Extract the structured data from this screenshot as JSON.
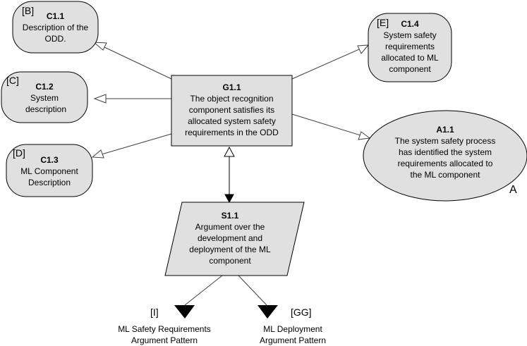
{
  "goal": {
    "id": "G1.1",
    "text": "The object recognition component satisfies its allocated system safety requirements in the ODD"
  },
  "contexts": [
    {
      "tag": "[B]",
      "id": "C1.1",
      "text": "Description of the ODD."
    },
    {
      "tag": "[C]",
      "id": "C1.2",
      "text": "System description"
    },
    {
      "tag": "[D]",
      "id": "C1.3",
      "text": "ML Component Description"
    },
    {
      "tag": "[E]",
      "id": "C1.4",
      "text": "System safety requirements allocated to ML component"
    }
  ],
  "assumption": {
    "id": "A1.1",
    "text": "The system safety process has identified the system requirements allocated to the ML component",
    "marker": "A"
  },
  "strategy": {
    "id": "S1.1",
    "text": "Argument over the development and deployment of the ML component"
  },
  "patterns": [
    {
      "tag": "[I]",
      "label": "ML Safety Requirements Argument Pattern"
    },
    {
      "tag": "[GG]",
      "label": "ML Deployment Argument Pattern"
    }
  ],
  "colors": {
    "fill": "#e0e0e0",
    "stroke": "#000000",
    "line": "#404040"
  }
}
